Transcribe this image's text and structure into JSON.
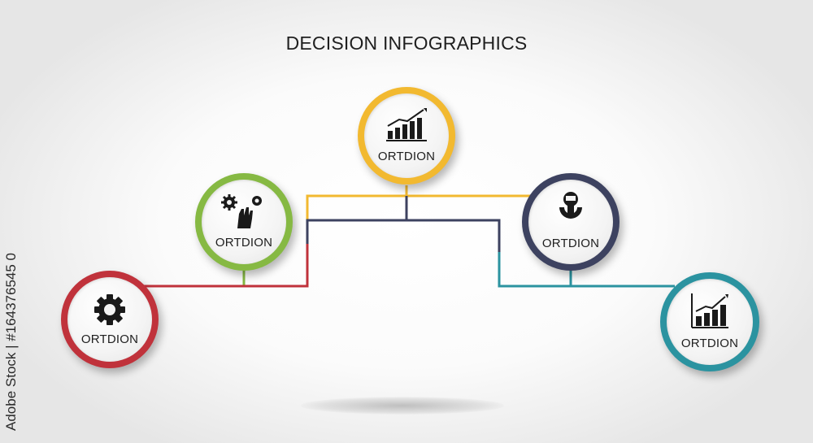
{
  "title": "DECISION INFOGRAPHICS",
  "colors": {
    "red": "#c0323b",
    "green": "#86b943",
    "yellow": "#f2b930",
    "navy": "#3d4260",
    "teal": "#2b93a0"
  },
  "nodes": [
    {
      "id": "red",
      "label": "ORTDION",
      "icon": "gear-icon"
    },
    {
      "id": "green",
      "label": "ORTDION",
      "icon": "hand-gears-icon"
    },
    {
      "id": "yellow",
      "label": "ORTDION",
      "icon": "growth-chart-icon"
    },
    {
      "id": "navy",
      "label": "ORTDION",
      "icon": "person-in-gear-icon"
    },
    {
      "id": "teal",
      "label": "ORTDION",
      "icon": "bar-chart-icon"
    }
  ],
  "side_id": "Adobe Stock | #164376545 0"
}
